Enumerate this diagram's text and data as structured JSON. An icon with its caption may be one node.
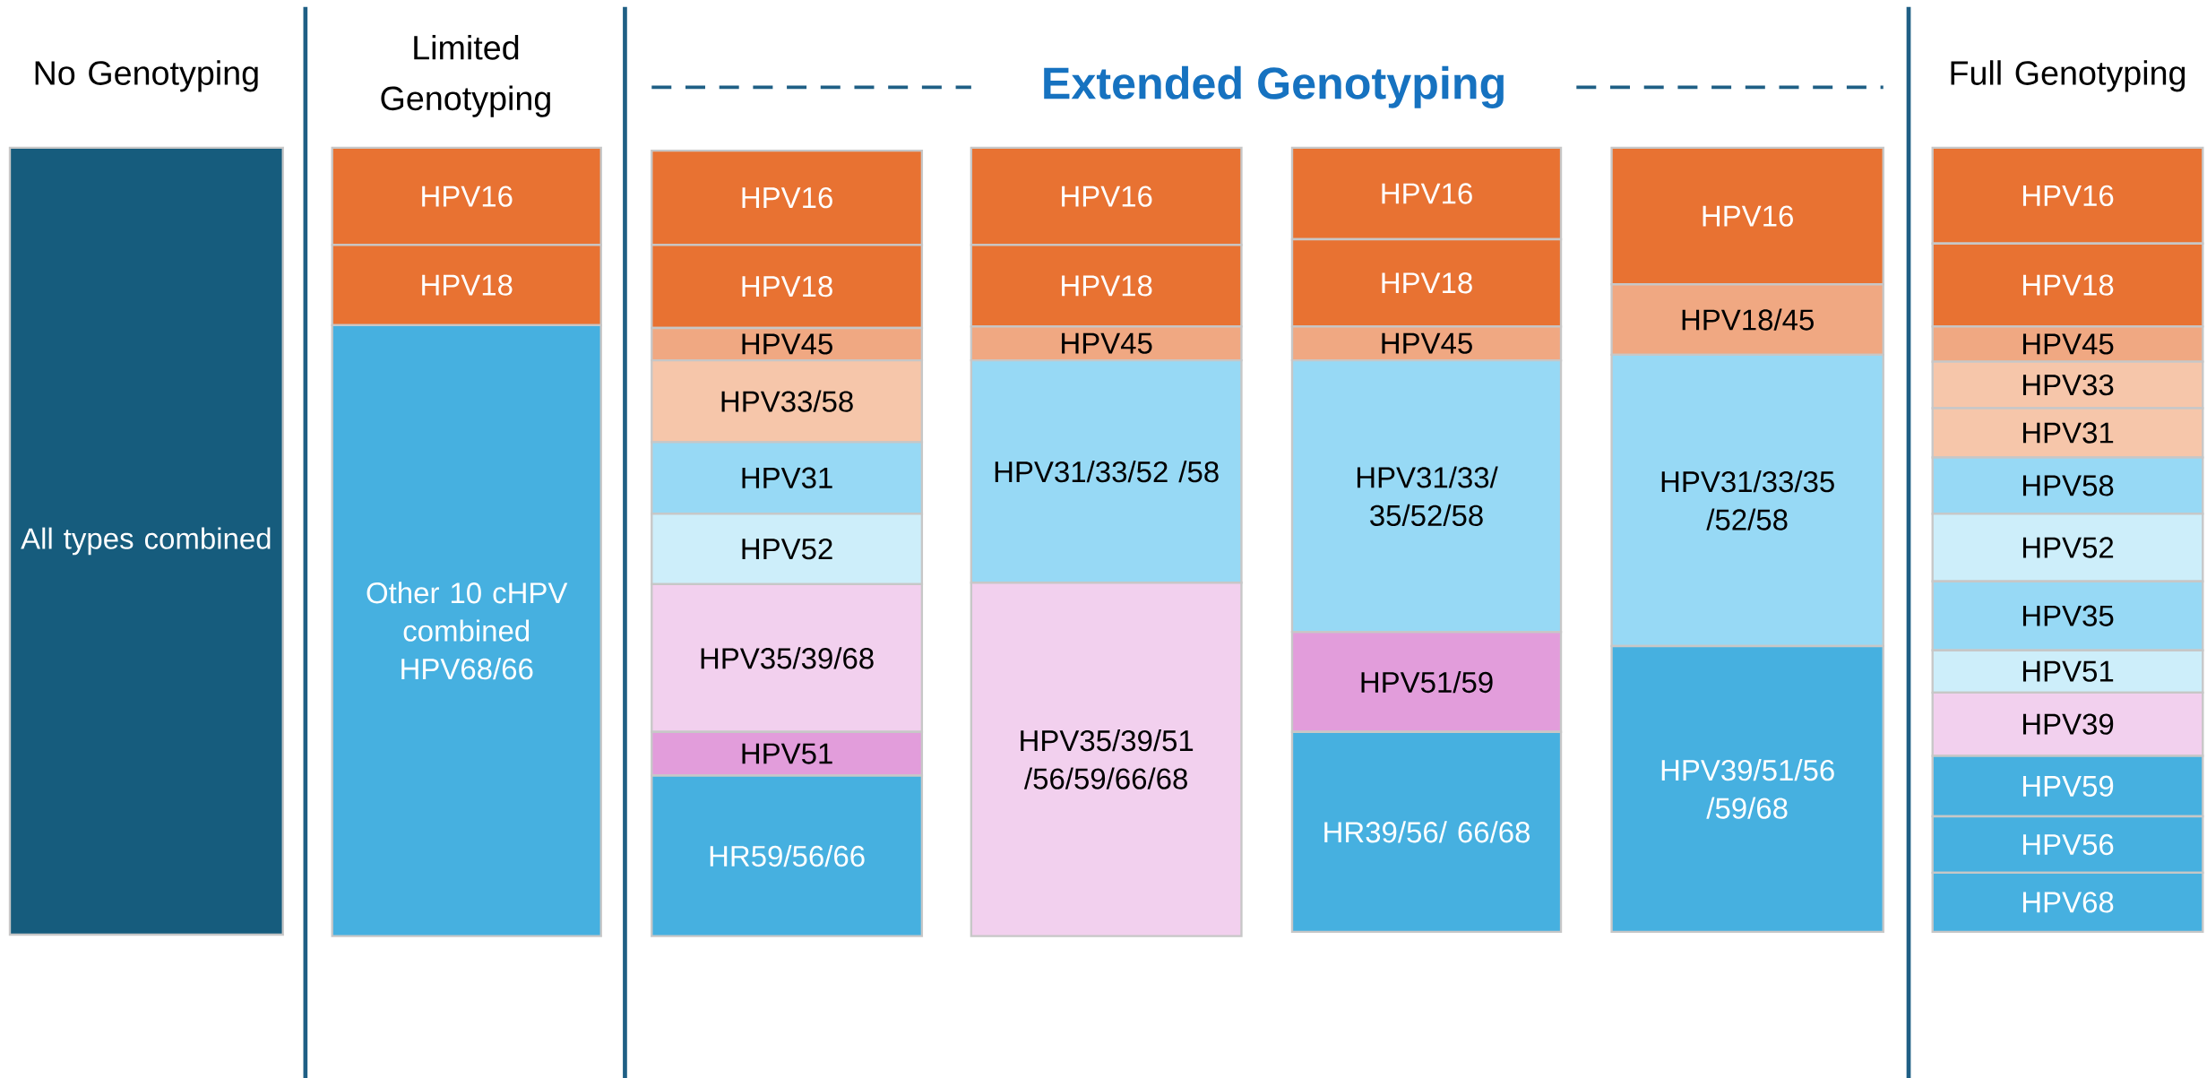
{
  "diagram": {
    "title": "Extended Genotyping",
    "nodes": [
      {
        "text": [
          "All types combined"
        ]
      },
      {
        "text": [
          "HPV16"
        ]
      },
      {
        "text": [
          "HPV18"
        ]
      },
      {
        "text": [
          "Other 10 cHPV combined HPV68/66"
        ]
      },
      {
        "text": [
          "HPV16"
        ]
      },
      {
        "text": [
          "HPV18"
        ]
      },
      {
        "text": [
          "HPV45"
        ]
      },
      {
        "text": [
          "HPV33/58"
        ]
      },
      {
        "text": [
          "HPV31"
        ]
      },
      {
        "text": [
          "HPV52"
        ]
      },
      {
        "text": [
          "HPV35/39/68"
        ]
      },
      {
        "text": [
          "HPV51"
        ]
      },
      {
        "text": [
          "HR59/56/66"
        ]
      },
      {
        "text": [
          "HPV16"
        ]
      },
      {
        "text": [
          "HPV18"
        ]
      },
      {
        "text": [
          "HPV45"
        ]
      },
      {
        "text": [
          "HPV31/33/52 /58"
        ]
      },
      {
        "text": [
          "HPV35/39/51 /56/59/66/68"
        ]
      },
      {
        "text": [
          "HPV16"
        ]
      },
      {
        "text": [
          "HPV18"
        ]
      },
      {
        "text": [
          "HPV45"
        ]
      },
      {
        "text": [
          "HPV31/33/ 35/52/58"
        ]
      },
      {
        "text": [
          "HPV51/59"
        ]
      },
      {
        "text": [
          "HR39/56/ 66/68"
        ]
      },
      {
        "text": [
          "HPV16"
        ]
      },
      {
        "text": [
          "HPV18/45"
        ]
      },
      {
        "text": [
          "HPV31/33/35 /52/58"
        ]
      },
      {
        "text": [
          "HPV39/51/56 /59/68"
        ]
      },
      {
        "text": [
          "HPV16"
        ]
      },
      {
        "text": [
          "HPV18"
        ]
      },
      {
        "text": [
          "HPV45"
        ]
      },
      {
        "text": [
          "HPV33"
        ]
      },
      {
        "text": [
          "HPV31"
        ]
      },
      {
        "text": [
          "HPV58"
        ]
      },
      {
        "text": [
          "HPV52"
        ]
      },
      {
        "text": [
          "HPV35"
        ]
      },
      {
        "text": [
          "HPV51"
        ]
      },
      {
        "text": [
          "HPV39"
        ]
      },
      {
        "text": [
          "HPV59"
        ]
      },
      {
        "text": [
          "HPV56"
        ]
      },
      {
        "text": [
          "HPV68"
        ]
      }
    ],
    "labels": [
      "No Genotyping",
      "Limited Genotyping",
      "Full Genotyping"
    ]
  }
}
